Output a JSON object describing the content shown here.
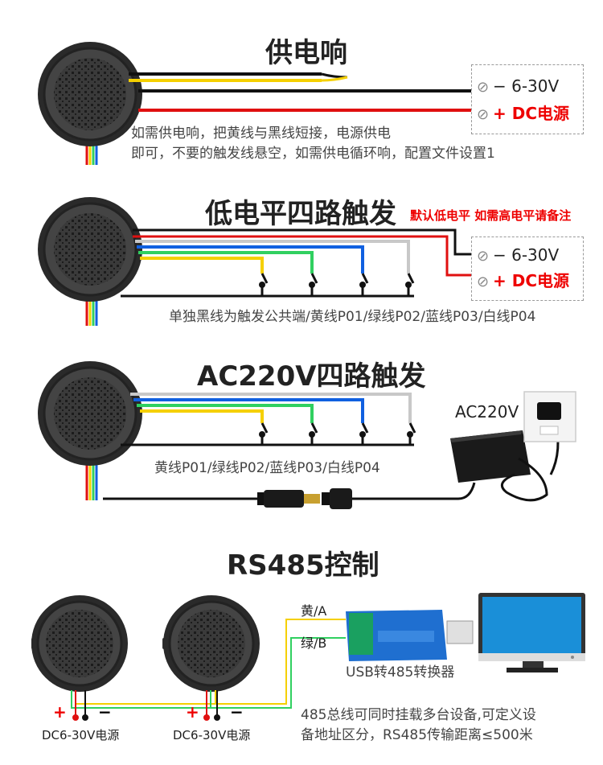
{
  "section1": {
    "title": "供电响",
    "desc1": "如需供电响，把黄线与黑线短接，电源供电",
    "desc2": "即可，不要的触发线悬空，如需供电循环响，配置文件设置1",
    "power_neg": "− 6-30V",
    "power_pos": "+ DC电源"
  },
  "section2": {
    "title": "低电平四路触发",
    "note": "默认低电平 如需高电平请备注",
    "desc": "单独黑线为触发公共端/黄线P01/绿线P02/蓝线P03/白线P04",
    "power_neg": "− 6-30V",
    "power_pos": "+ DC电源"
  },
  "section3": {
    "title": "AC220V四路触发",
    "desc": "黄线P01/绿线P02/蓝线P03/白线P04",
    "ac_label": "AC220V"
  },
  "section4": {
    "title": "RS485控制",
    "wire_a": "黄/A",
    "wire_b": "绿/B",
    "converter": "USB转485转换器",
    "psu_label_1": "DC6-30V电源",
    "psu_label_2": "DC6-30V电源",
    "plus": "+",
    "minus": "−",
    "desc1": "485总线可同时挂载多台设备,可定义设",
    "desc2": "备地址区分，RS485传输距离≤500米"
  },
  "colors": {
    "red": "#e01010",
    "yellow": "#f5d000",
    "green": "#30d060",
    "blue": "#1060e0",
    "white_wire": "#c8c8c8",
    "black": "#111111",
    "monitor_screen": "#1a8fd8"
  }
}
